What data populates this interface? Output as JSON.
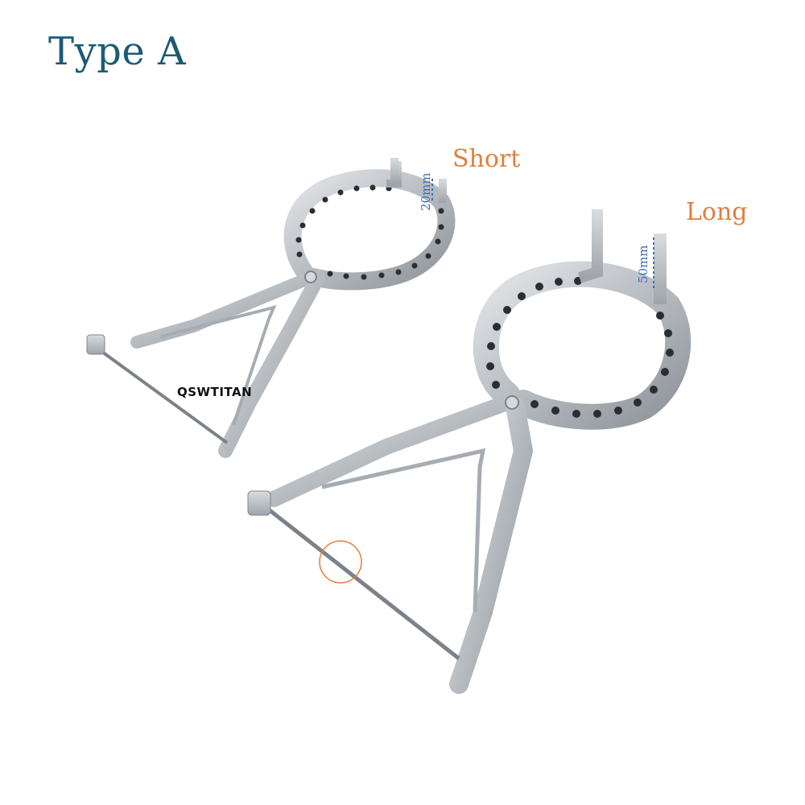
{
  "title": "Type A",
  "variants": {
    "short": {
      "label": "Short",
      "dimension": "20mm"
    },
    "long": {
      "label": "Long",
      "dimension": "50mm"
    }
  },
  "brand": "QSWTITAN",
  "colors": {
    "title": "#1d5a74",
    "variant_label": "#e07e3c",
    "dimension": "#3b6fb3",
    "metal": "#b9bec3",
    "highlight_circle": "#e07e3c"
  }
}
